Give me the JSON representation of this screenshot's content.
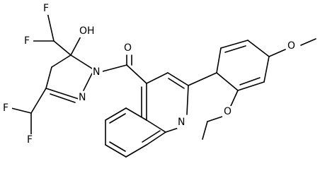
{
  "molecule": {
    "atoms": {
      "f1": "F",
      "f2": "F",
      "f3": "F",
      "f4": "F",
      "oh": "OH",
      "n_pyrazoline_1": "N",
      "n_pyrazoline_2": "N",
      "o_carbonyl": "O",
      "n_quinoline": "N",
      "o_methoxy_para": "O",
      "o_methoxy_ortho": "O"
    }
  }
}
